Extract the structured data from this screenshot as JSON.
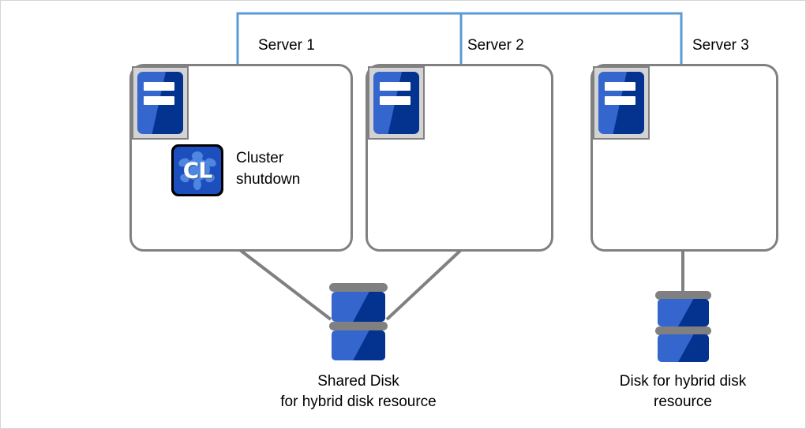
{
  "diagram": {
    "title_bracket": {
      "color": "#5b9bd5",
      "spans": [
        "Server 1",
        "Server 2",
        "Server 3"
      ]
    },
    "servers": [
      {
        "label": "Server 1",
        "icon_name": "server-icon",
        "app_icon": {
          "name": "cl-icon",
          "letters": "CL"
        },
        "app_label_line1": "Cluster",
        "app_label_line2": "shutdown"
      },
      {
        "label": "Server 2",
        "icon_name": "server-icon"
      },
      {
        "label": "Server 3",
        "icon_name": "server-icon"
      }
    ],
    "disks": [
      {
        "name": "shared-disk",
        "caption_line1": "Shared Disk",
        "caption_line2": "for hybrid disk resource"
      },
      {
        "name": "hybrid-disk",
        "caption_line1": "Disk for hybrid disk",
        "caption_line2": "resource"
      }
    ],
    "colors": {
      "bracket_blue": "#5b9bd5",
      "box_gray": "#808080",
      "icon_light_blue": "#3566ce",
      "icon_dark_blue": "#04338f",
      "icon_frame_gray": "#d3d3d3",
      "page_border": "#d4d4d4"
    }
  }
}
